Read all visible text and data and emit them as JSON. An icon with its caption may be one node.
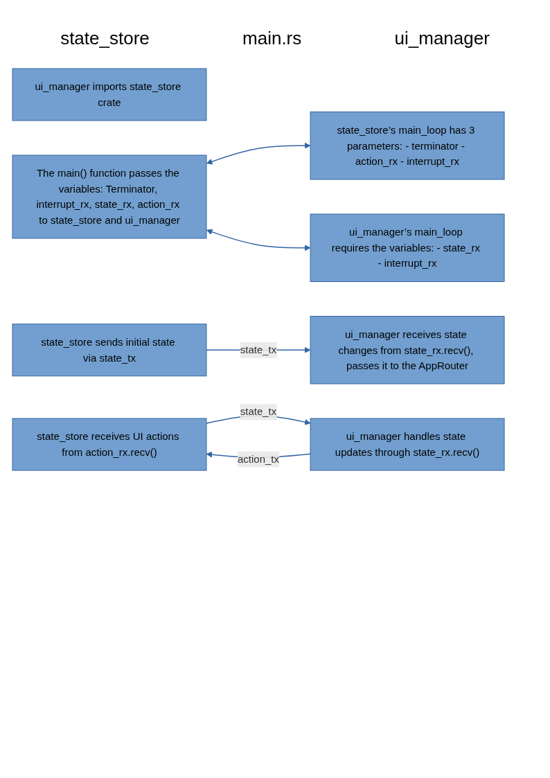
{
  "diagram": {
    "nodes": [
      {
        "text": [
          "ui_manager imports state_store crate"
        ]
      },
      {
        "text": [
          "state_store’s main_loop has 3 parameters: - terminator - action_rx - interrupt_rx"
        ]
      },
      {
        "text": [
          "The main() function passes the variables: Terminator, interrupt_rx, state_rx, action_rx to state_store and ui_manager"
        ]
      },
      {
        "text": [
          "ui_manager’s main_loop requires the variables: - state_rx - interrupt_rx"
        ]
      },
      {
        "text": [
          "state_store sends initial state via state_tx"
        ]
      },
      {
        "text": [
          "ui_manager receives state changes from state_rx.recv(), passes it to the AppRouter"
        ]
      },
      {
        "text": [
          "state_store receives UI actions from action_rx.recv()"
        ]
      },
      {
        "text": [
          "ui_manager handles state updates through state_rx.recv()"
        ]
      }
    ],
    "edges": [
      {
        "from": 2,
        "to": 1,
        "arrow": "both"
      },
      {
        "from": 2,
        "to": 3,
        "arrow": "both"
      },
      {
        "from": 4,
        "to": 5,
        "arrow": "to",
        "label": "state_tx"
      },
      {
        "from": 6,
        "to": 7,
        "arrow": "to",
        "label": "state_tx"
      },
      {
        "from": 7,
        "to": 6,
        "arrow": "to",
        "label": "action_tx"
      }
    ],
    "labels": [
      "state_store",
      "main.rs",
      "ui_manager"
    ]
  }
}
